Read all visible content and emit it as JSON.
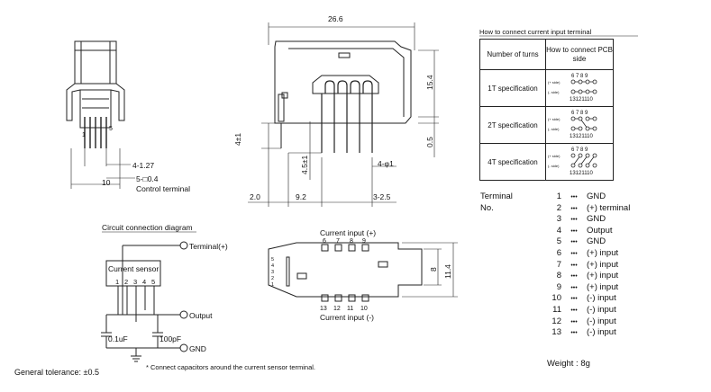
{
  "dims": {
    "width_total": "26.6",
    "height_side": "15.4",
    "pin_offset": "0.5",
    "depth": "10",
    "pitch_note": "4-1.27",
    "control_term_size": "5-□0.4",
    "control_terminal": "Control terminal",
    "dim_4": "4±1",
    "dim_45": "4.5±1",
    "hole": "4-φ1",
    "dim_20": "2.0",
    "dim_92": "9.2",
    "dim_325": "3-2.5",
    "dim_8": "8",
    "dim_114": "11.4"
  },
  "top_view": {
    "label_top": "Current input (+)",
    "label_bottom": "Current input (-)",
    "top_pins": [
      "6",
      "7",
      "8",
      "9"
    ],
    "bottom_pins": [
      "13",
      "12",
      "11",
      "10"
    ],
    "side_pins": [
      "5",
      "4",
      "3",
      "2",
      "1"
    ]
  },
  "side_view": {
    "pin_label": "1",
    "pin_label_right": "5"
  },
  "circuit": {
    "title": "Circuit connection diagram",
    "terminal_plus": "Terminal(+)",
    "sensor": "Current sensor",
    "pins": [
      "1",
      "2",
      "3",
      "4",
      "5"
    ],
    "output": "Output",
    "cap1": "0.1uF",
    "cap2": "100pF",
    "gnd": "GND",
    "note": "* Connect  capacitors around the current sensor terminal."
  },
  "connect_table": {
    "title": "How to connect current input terminal",
    "header_turns": "Number of turns",
    "header_connect": "How to connect PCB side",
    "plus_side": "(+ side)",
    "minus_side": "(- side)",
    "top_nums": "6 7 8 9",
    "bottom_nums": "13121110",
    "rows": [
      {
        "turns": "1T specification"
      },
      {
        "turns": "2T specification"
      },
      {
        "turns": "4T specification"
      }
    ]
  },
  "terminals": {
    "title": "Terminal No.",
    "dots": "•••",
    "items": [
      {
        "no": "1",
        "name": "GND"
      },
      {
        "no": "2",
        "name": "(+) terminal"
      },
      {
        "no": "3",
        "name": "GND"
      },
      {
        "no": "4",
        "name": "Output"
      },
      {
        "no": "5",
        "name": "GND"
      },
      {
        "no": "6",
        "name": "(+) input"
      },
      {
        "no": "7",
        "name": "(+) input"
      },
      {
        "no": "8",
        "name": "(+) input"
      },
      {
        "no": "9",
        "name": "(+) input"
      },
      {
        "no": "10",
        "name": "(-) input"
      },
      {
        "no": "11",
        "name": "(-) input"
      },
      {
        "no": "12",
        "name": "(-) input"
      },
      {
        "no": "13",
        "name": "(-) input"
      }
    ]
  },
  "weight": "Weight :  8g",
  "tolerance": "General tolerance: ±0.5",
  "colors": {
    "line": "#222222",
    "paper": "#ffffff"
  }
}
